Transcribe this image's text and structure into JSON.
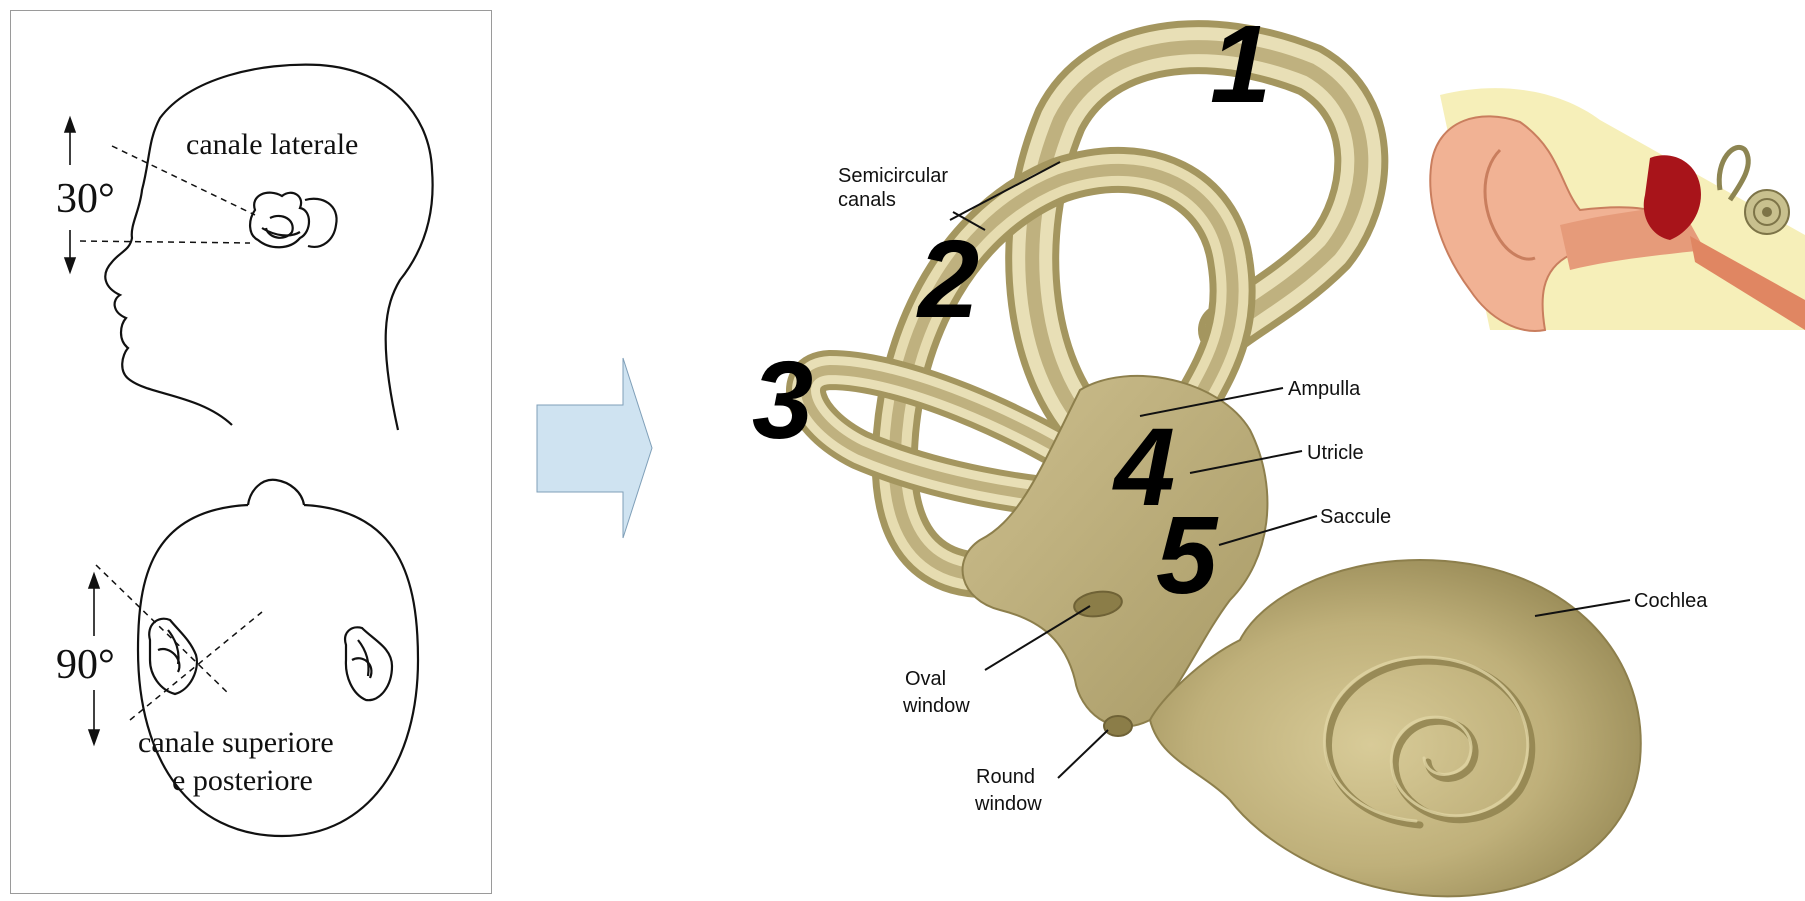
{
  "left_panel": {
    "top_figure": {
      "angle": "30°",
      "caption": "canale laterale"
    },
    "bottom_figure": {
      "angle": "90°",
      "caption_line1": "canale superiore",
      "caption_line2": "e posteriore"
    }
  },
  "right_panel": {
    "numbers": [
      "1",
      "2",
      "3",
      "4",
      "5"
    ],
    "labels": {
      "semicircular_1": "Semicircular",
      "semicircular_2": "canals",
      "ampulla": "Ampulla",
      "utricle": "Utricle",
      "saccule": "Saccule",
      "cochlea": "Cochlea",
      "oval_1": "Oval",
      "oval_2": "window",
      "round_1": "Round",
      "round_2": "window"
    }
  },
  "colors": {
    "arrow_fill": "#cfe3f1",
    "bone_light": "#e6dcb4",
    "bone_mid": "#cbbd8c",
    "bone_dark": "#9c8f5e",
    "skin": "#f1b294",
    "inner_red": "#a8141a",
    "cream_bg": "#f6efb9"
  }
}
